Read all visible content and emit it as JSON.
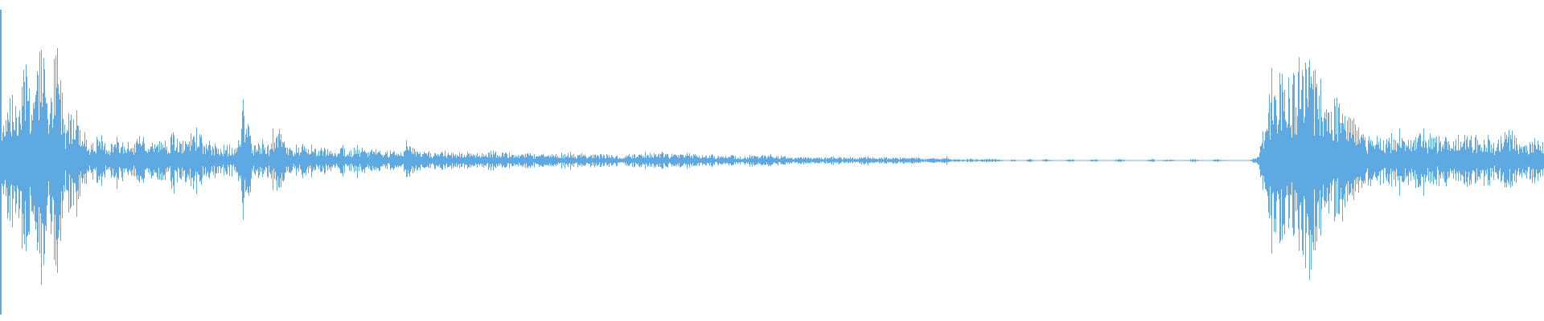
{
  "waveform": {
    "color": "#5ea9e2",
    "playhead_color": "#5ea9e2",
    "playhead_position": 0.0,
    "amplitude_envelope": [
      0.1,
      0.55,
      0.3,
      0.85,
      0.4,
      0.95,
      0.35,
      0.8,
      0.25,
      0.45,
      0.18,
      0.12,
      0.14,
      0.11,
      0.13,
      0.12,
      0.1,
      0.15,
      0.11,
      0.14,
      0.12,
      0.16,
      0.13,
      0.12,
      0.24,
      0.1,
      0.1,
      0.11,
      0.09,
      0.1,
      0.38,
      0.09,
      0.12,
      0.1,
      0.2,
      0.1,
      0.08,
      0.09,
      0.1,
      0.08,
      0.08,
      0.07,
      0.09,
      0.07,
      0.08,
      0.07,
      0.07,
      0.06,
      0.07,
      0.06,
      0.14,
      0.07,
      0.06,
      0.05,
      0.06,
      0.05,
      0.05,
      0.06,
      0.05,
      0.05,
      0.07,
      0.05,
      0.06,
      0.04,
      0.05,
      0.04,
      0.05,
      0.04,
      0.04,
      0.05,
      0.04,
      0.04,
      0.05,
      0.04,
      0.04,
      0.05,
      0.03,
      0.04,
      0.04,
      0.05,
      0.05,
      0.06,
      0.04,
      0.04,
      0.05,
      0.04,
      0.03,
      0.04,
      0.03,
      0.04,
      0.03,
      0.03,
      0.04,
      0.03,
      0.04,
      0.03,
      0.03,
      0.02,
      0.03,
      0.02,
      0.02,
      0.02,
      0.03,
      0.02,
      0.02,
      0.02,
      0.03,
      0.02,
      0.02,
      0.02,
      0.02,
      0.02,
      0.02,
      0.01,
      0.02,
      0.01,
      0.02,
      0.01,
      0.01,
      0.01,
      0.01,
      0.01,
      0.01,
      0.0,
      0.01,
      0.0,
      0.01,
      0.0,
      0.01,
      0.0,
      0.0,
      0.01,
      0.0,
      0.0,
      0.01,
      0.0,
      0.0,
      0.01,
      0.0,
      0.0,
      0.0,
      0.01,
      0.0,
      0.01,
      0.0,
      0.0,
      0.01,
      0.0,
      0.0,
      0.01,
      0.0,
      0.0,
      0.0,
      0.0,
      0.05,
      0.35,
      0.45,
      0.55,
      0.5,
      0.62,
      0.75,
      0.55,
      0.48,
      0.35,
      0.42,
      0.38,
      0.22,
      0.18,
      0.15,
      0.14,
      0.17,
      0.15,
      0.14,
      0.18,
      0.16,
      0.15,
      0.14,
      0.16,
      0.15,
      0.17,
      0.16,
      0.14,
      0.15,
      0.13,
      0.16,
      0.18,
      0.14,
      0.12,
      0.14,
      0.15
    ]
  }
}
